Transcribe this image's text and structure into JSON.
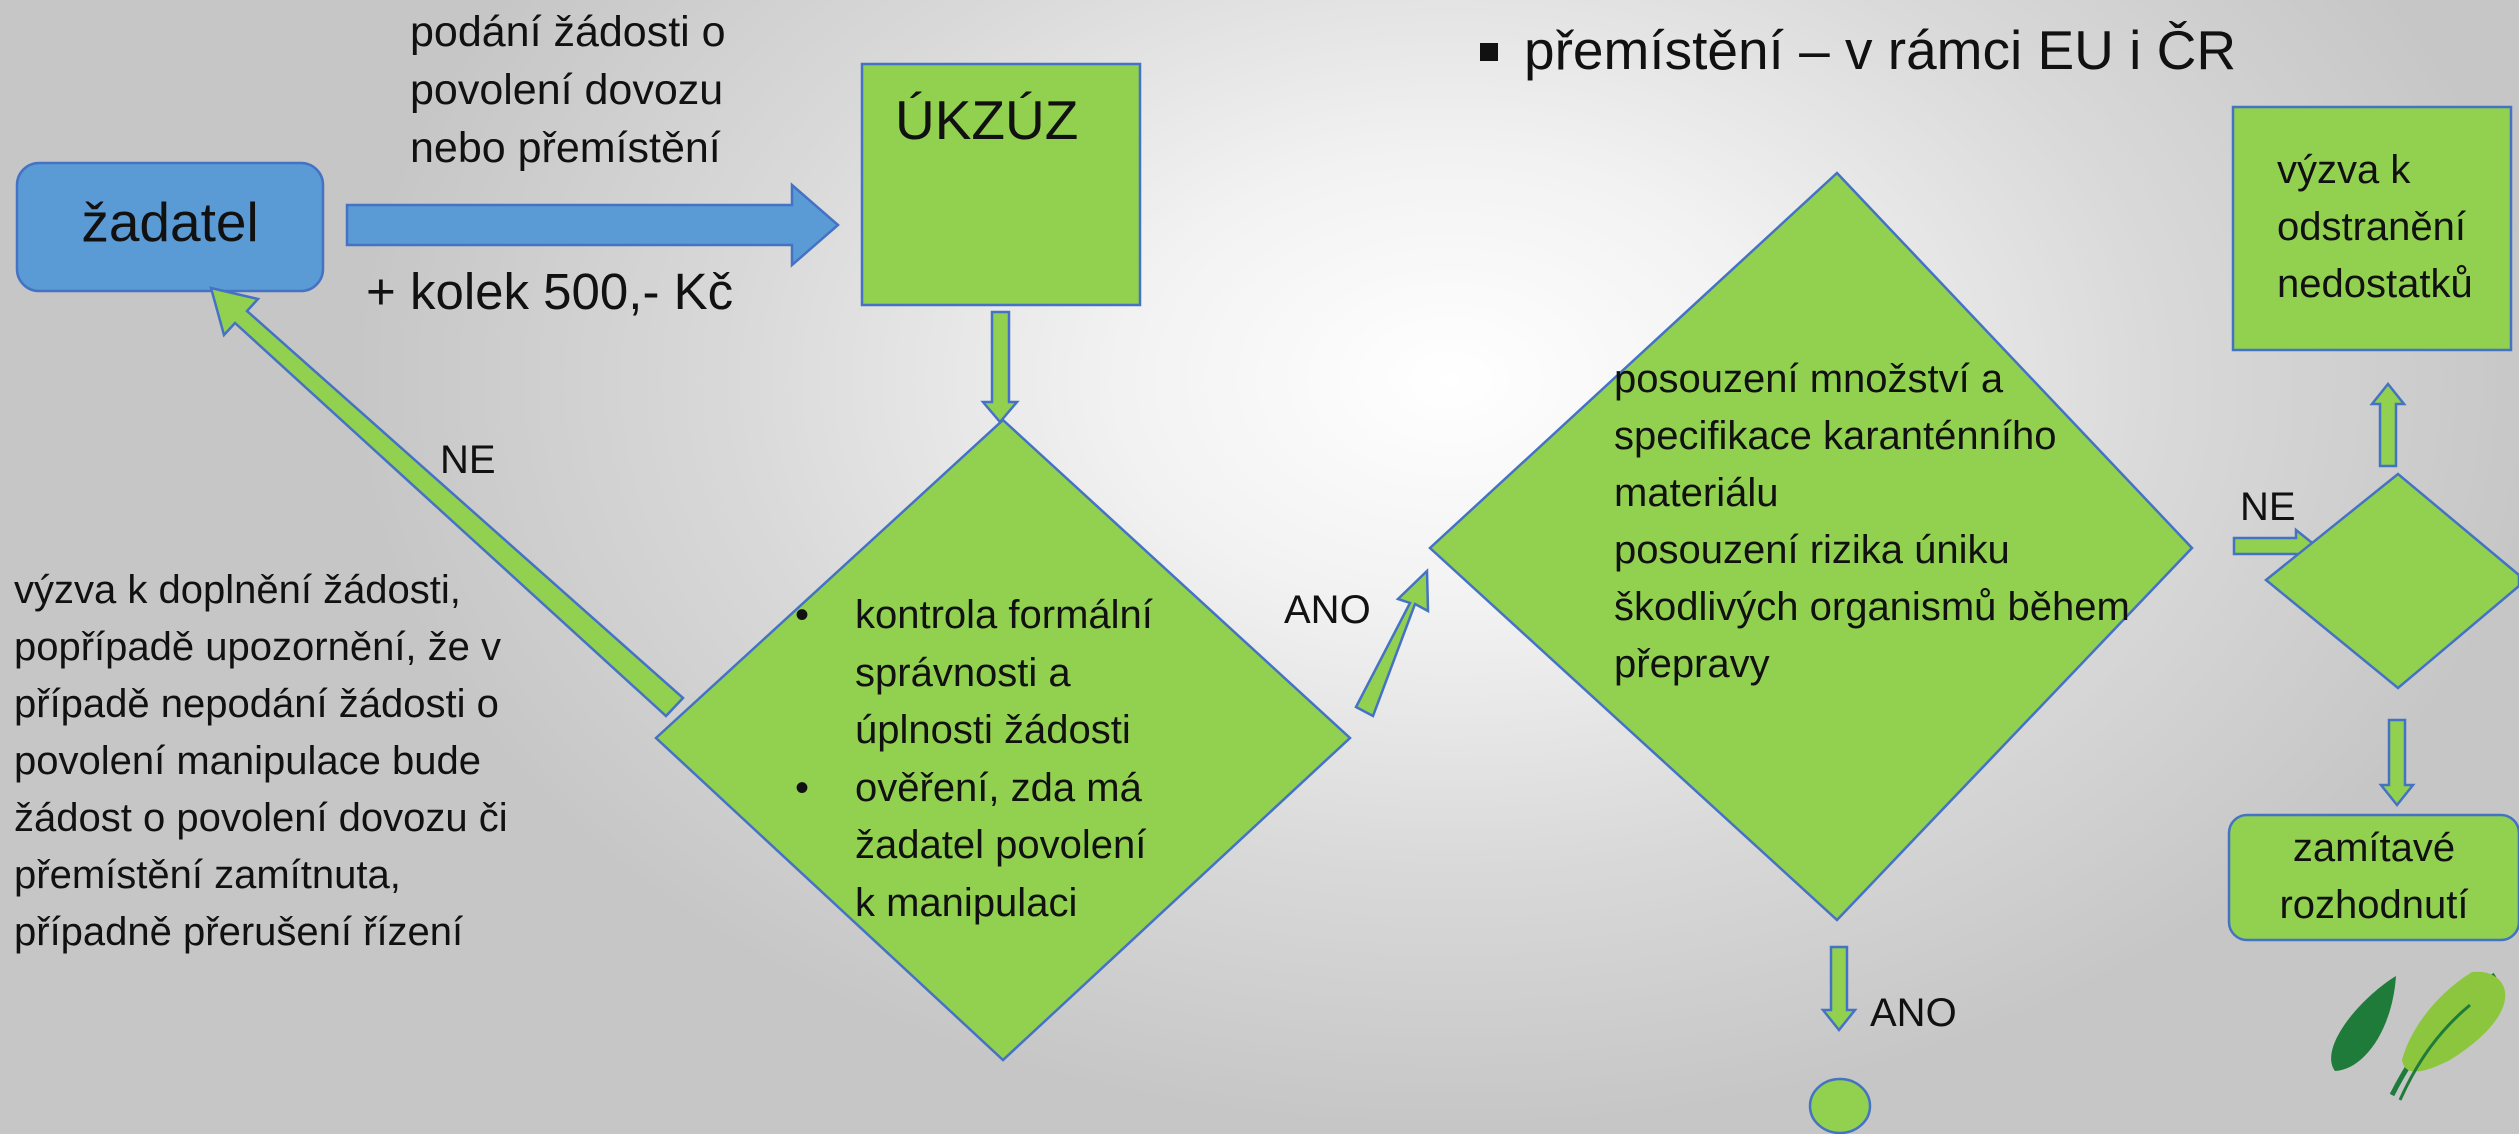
{
  "title": "přemístění – v rámci EU i ČR",
  "request_lines": [
    "podání žádosti o",
    "povolení dovozu",
    "nebo přemístění"
  ],
  "fee": "+ kolek 500,- Kč",
  "applicant": "žadatel",
  "authority": "ÚKZÚZ",
  "check_items": [
    "kontrola formální správnosti a úplnosti žádosti",
    "ověření, zda má žadatel povolení k manipulaci"
  ],
  "check_lines": [
    [
      "kontrola formální",
      "správnosti a",
      "úplnosti žádosti"
    ],
    [
      "ověření, zda má",
      "žadatel povolení",
      "k manipulaci"
    ]
  ],
  "labels": {
    "no_left": "NE",
    "yes_middle": "ANO",
    "no_right": "NE",
    "yes_bottom": "ANO"
  },
  "assessment_lines": [
    "posouzení množství a",
    "specifikace karanténního",
    "materiálu",
    "posouzení rizika úniku",
    "škodlivých organismů během",
    "přepravy"
  ],
  "supplement_lines": [
    "výzva k doplnění žádosti,",
    "popřípadě upozornění, že v",
    "případě nepodání žádosti o",
    "povolení manipulace bude",
    "žádost o povolení dovozu či",
    "přemístění zamítnuta,",
    "případně přerušení řízení"
  ],
  "deficiency_lines": [
    "výzva k",
    "odstranění",
    "nedostatků"
  ],
  "rejection_lines": [
    "zamítavé",
    "rozhodnutí"
  ],
  "colors": {
    "green": "#92D050",
    "blue": "#5B9BD5",
    "outline": "#4472C4",
    "logo_dark": "#1E7B3A",
    "logo_light": "#8CC63F"
  },
  "icons": {
    "logo": "leaf-logo-icon"
  }
}
